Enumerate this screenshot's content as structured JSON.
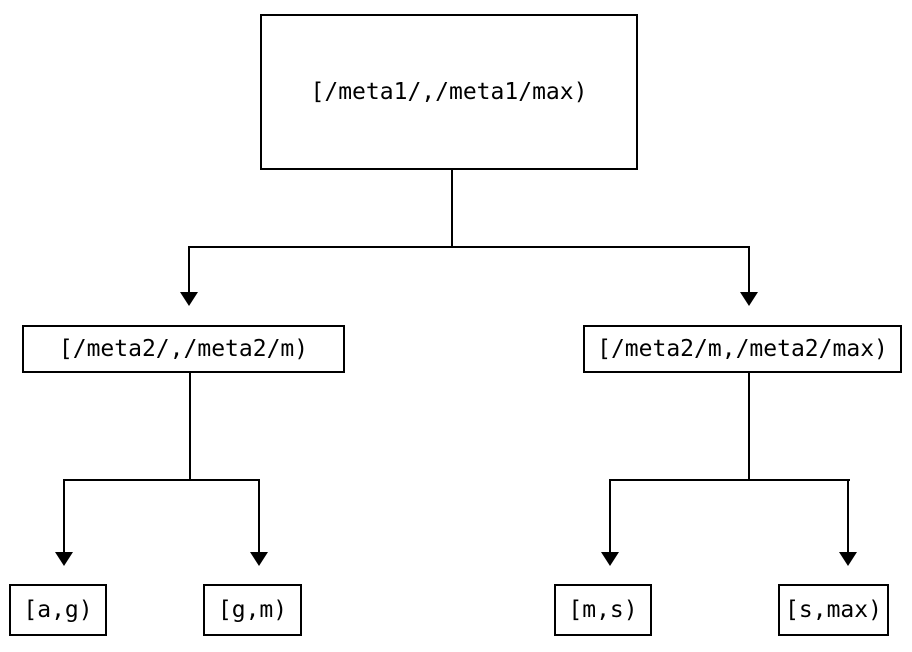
{
  "diagram": {
    "type": "tree",
    "background_color": "#ffffff",
    "line_color": "#000000",
    "text_color": "#000000",
    "nodes": {
      "root": {
        "label": "[/meta1/,/meta1/max)"
      },
      "meta2_low": {
        "label": "[/meta2/,/meta2/m)"
      },
      "meta2_high": {
        "label": "[/meta2/m,/meta2/max)"
      },
      "leaf_a_g": {
        "label": "[a,g)"
      },
      "leaf_g_m": {
        "label": "[g,m)"
      },
      "leaf_m_s": {
        "label": "[m,s)"
      },
      "leaf_s_max": {
        "label": "[s,max)"
      }
    },
    "edges": [
      {
        "from": "[/meta1/,/meta1/max)",
        "to": "[/meta2/,/meta2/m)"
      },
      {
        "from": "[/meta1/,/meta1/max)",
        "to": "[/meta2/m,/meta2/max)"
      },
      {
        "from": "[/meta2/,/meta2/m)",
        "to": "[a,g)"
      },
      {
        "from": "[/meta2/,/meta2/m)",
        "to": "[g,m)"
      },
      {
        "from": "[/meta2/m,/meta2/max)",
        "to": "[m,s)"
      },
      {
        "from": "[/meta2/m,/meta2/max)",
        "to": "[s,max)"
      }
    ]
  }
}
